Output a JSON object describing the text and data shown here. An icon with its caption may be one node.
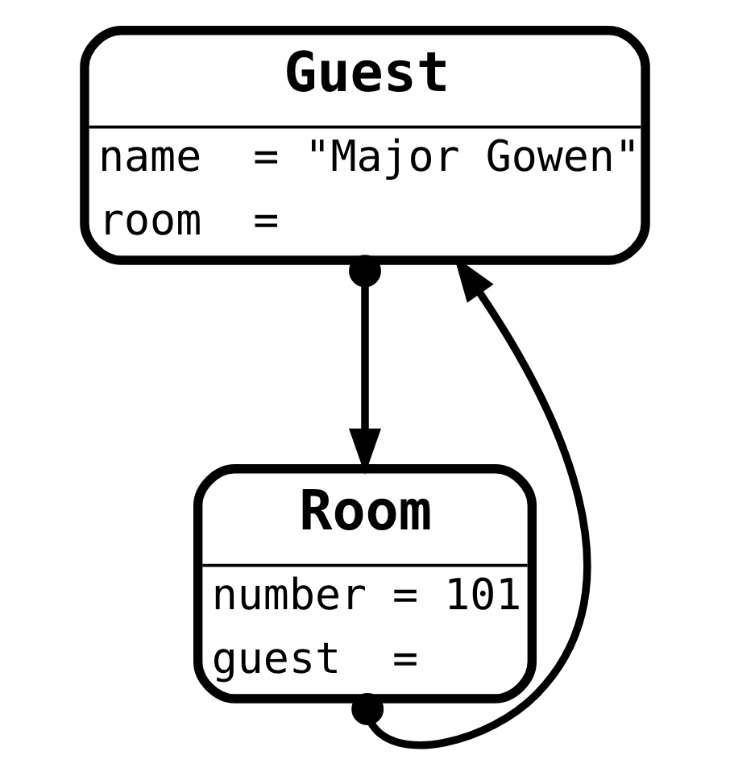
{
  "diagram": {
    "nodes": [
      {
        "text": [
          "Guest",
          "name  = \"Major Gowen\"",
          "room  ="
        ]
      },
      {
        "text": [
          "Room",
          "number = 101",
          "guest  ="
        ]
      }
    ],
    "edges": [
      {
        "from": 0,
        "to": 1,
        "arrow": "to"
      },
      {
        "from": 1,
        "to": 0,
        "arrow": "to"
      }
    ]
  }
}
